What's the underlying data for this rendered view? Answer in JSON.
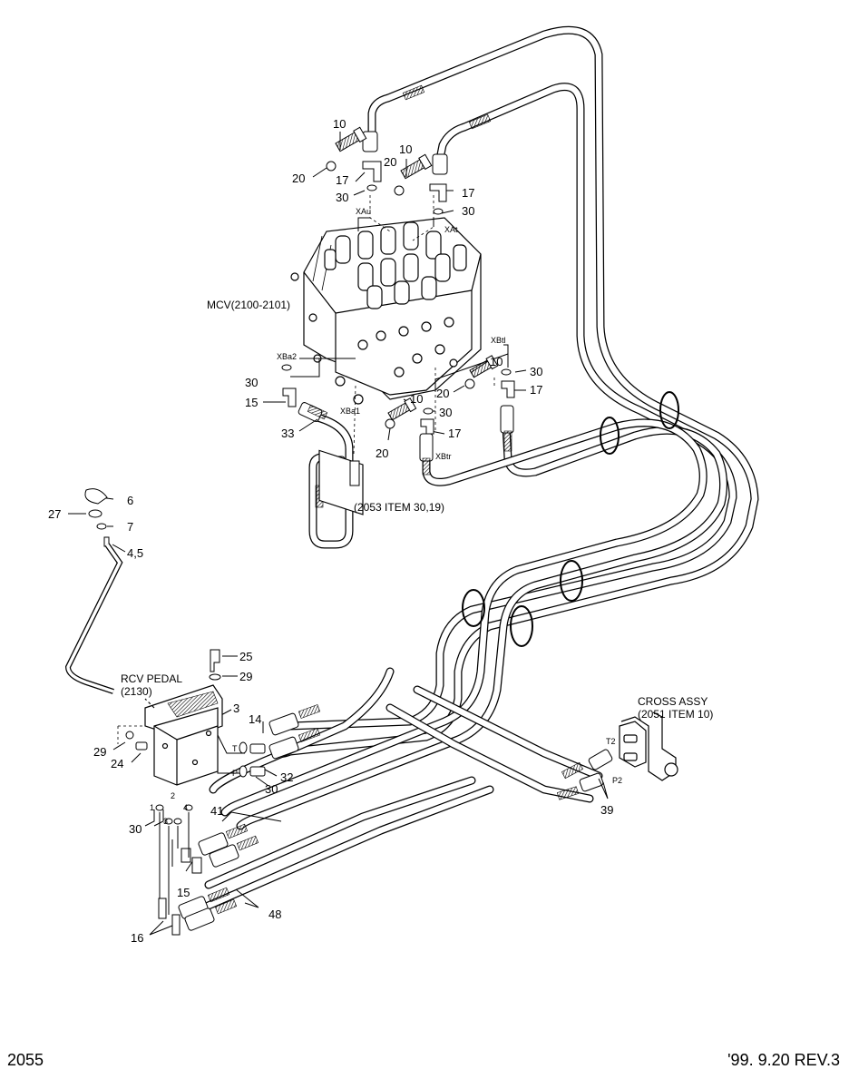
{
  "footer": {
    "page_number": "2055",
    "revision": "'99. 9.20 REV.3"
  },
  "component_labels": {
    "mcv": "MCV(2100-2101)",
    "rcv_pedal": "RCV PEDAL",
    "rcv_pedal_ref": "(2130)",
    "cross_assy": "CROSS ASSY",
    "cross_assy_ref": "(2051 ITEM 10)",
    "item_ref_2053": "(2053 ITEM 30,19)"
  },
  "port_labels": {
    "xau": "XAu",
    "xat": "XAt",
    "xba2": "XBa2",
    "xba1": "XBa1",
    "xbtl": "XBtl",
    "xbtr": "XBtr",
    "t": "T",
    "p": "P",
    "t2": "T2",
    "p2": "P2",
    "n1": "1",
    "n2": "2",
    "n3": "3",
    "n4": "4"
  },
  "callouts": {
    "c10a": "10",
    "c20a": "20",
    "c17a": "17",
    "c30a": "30",
    "c10b": "10",
    "c20b": "20",
    "c17b": "17",
    "c30b": "30",
    "c30c": "30",
    "c15a": "15",
    "c33": "33",
    "c10c": "10",
    "c30d": "30",
    "c20c": "20",
    "c17c": "17",
    "c10d": "10",
    "c30e": "30",
    "c17d": "17",
    "c20d": "20",
    "c6": "6",
    "c27": "27",
    "c7": "7",
    "c45": "4,5",
    "c25": "25",
    "c29a": "29",
    "c3": "3",
    "c14": "14",
    "c29b": "29",
    "c24": "24",
    "c32": "32",
    "c30f": "30",
    "c30g": "30",
    "c41": "41",
    "c15b": "15",
    "c48": "48",
    "c16": "16",
    "c39": "39"
  }
}
